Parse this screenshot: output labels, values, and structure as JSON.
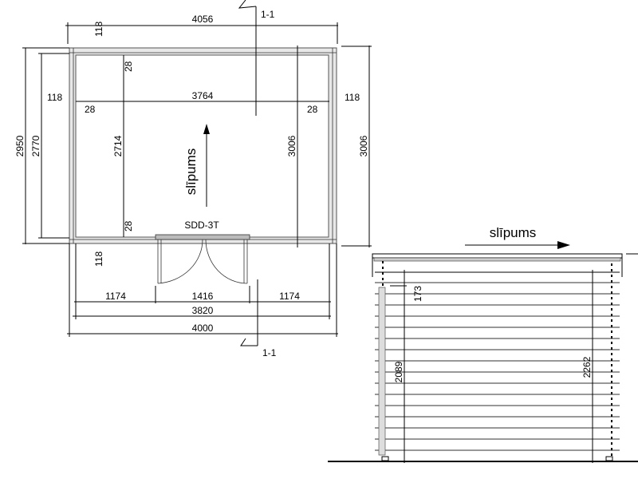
{
  "plan": {
    "section_label_top": "1-1",
    "section_label_bottom": "1-1",
    "dim_overall_top": "4056",
    "dim_inner_width": "3764",
    "dim_depth_outer": "2950",
    "dim_depth_2770": "2770",
    "dim_depth_inner": "2714",
    "dim_depth_mid": "3006",
    "dim_depth_right": "3006",
    "wall_118_top": "118",
    "wall_118_left": "118",
    "wall_118_right": "118",
    "wall_118_bottom": "118",
    "gap_28_left": "28",
    "gap_28_right": "28",
    "gap_28_top": "28",
    "gap_28_bottom": "28",
    "slope_label": "slīpums",
    "door_label": "SDD-3T",
    "bottom_dims": [
      "1174",
      "1416",
      "1174"
    ],
    "dim_3820": "3820",
    "dim_4000": "4000"
  },
  "elevation": {
    "slope_label": "slīpums",
    "dim_173": "173",
    "dim_2089": "2089",
    "dim_2262": "2262"
  }
}
